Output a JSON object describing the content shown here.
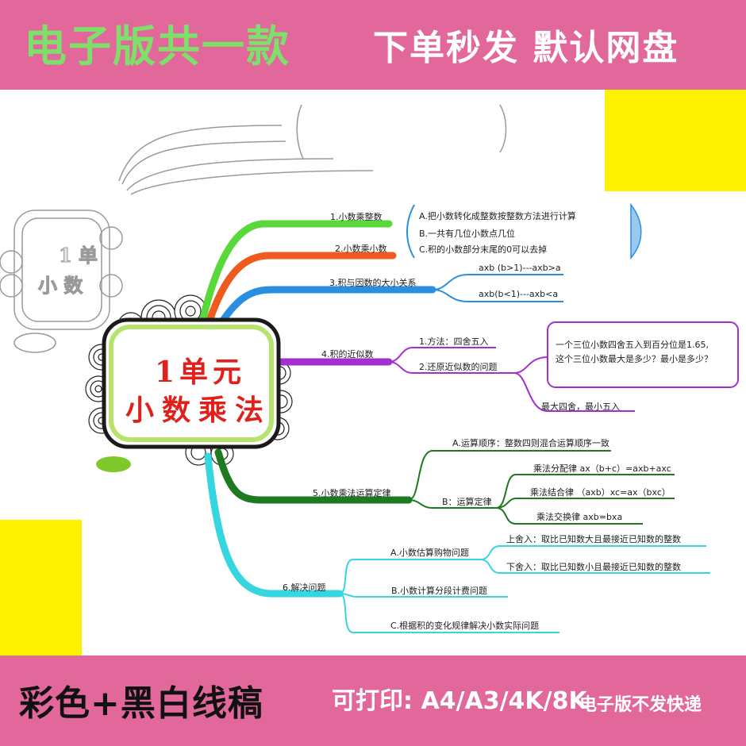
{
  "banner_top": {
    "left": "电子版共一款",
    "right": "下单秒发 默认网盘"
  },
  "banner_bottom": {
    "left": "彩色+黑白线稿",
    "middle": "可打印: A4/A3/4K/8K",
    "right": "电子版不发快递"
  },
  "center": {
    "line1": "1单元",
    "line2": "小数乘法"
  },
  "branches": {
    "b1": "1.小数乘整数",
    "b2": "2.小数乘小数",
    "b3": "3.积与因数的大小关系",
    "b4": "4.积的近似数",
    "b5": "5.小数乘法运算定律",
    "b6": "6.解决问题"
  },
  "bracket_notes": [
    "A.把小数转化成整数按整数方法进行计算",
    "B.一共有几位小数点几位",
    "C.积的小数部分末尾的0可以去掉"
  ],
  "relation": {
    "a": "axb (b>1)---axb>a",
    "b": "axb(b<1)---axb<a"
  },
  "approx": {
    "method": "1.方法：四舍五入",
    "restore": "2.还原近似数的问题",
    "q1": "一个三位小数四舍五入到百分位是1.65,",
    "q2": "这个三位小数最大是多少？最小是多少？",
    "ans": "最大四舍，最小五入"
  },
  "laws": {
    "a": "A.运算顺序：整数四则混合运算顺序一致",
    "b": "B：运算定律",
    "dist": "乘法分配律   ax（b+c）=axb+axc",
    "assoc": "乘法结合律 （axb）xc=ax（bxc）",
    "comm": "乘法交换律   axb=bxa"
  },
  "problems": {
    "a": "A.小数估算购物问题",
    "up": "上舍入：取比已知数大且最接近已知数的整数",
    "down": "下舍入：取比已知数小且最接近已知数的整数",
    "b": "B.小数计算分段计费问题",
    "c": "C.根据积的变化规律解决小数实际问题"
  },
  "ghost": {
    "line1": "1 单",
    "line2": "小 数"
  },
  "colors": {
    "band": "#e2679a",
    "green_text": "#7ee06a",
    "yellow": "#fff200",
    "b1": "#59d83a",
    "b2": "#ef5a1e",
    "b3": "#2a8fe0",
    "b4": "#a42fd0",
    "b5": "#1d7a20",
    "b6": "#35d6e0",
    "title_red": "#e0201b",
    "frame_green": "#b5e36d"
  }
}
